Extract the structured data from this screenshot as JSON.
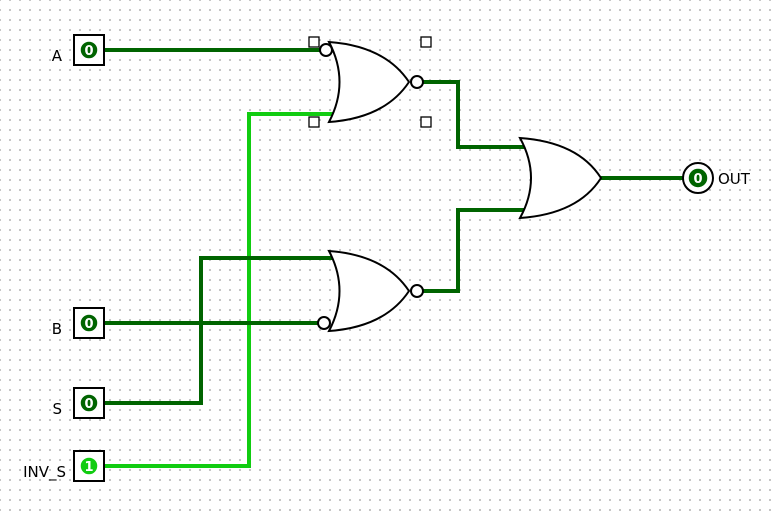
{
  "colors": {
    "wire_low": "#006400",
    "wire_high": "#11cc11",
    "gate_stroke": "#000000",
    "pin_low": "#006400",
    "pin_high": "#11cc11"
  },
  "inputs": [
    {
      "label": "A",
      "value": "0",
      "state": "low"
    },
    {
      "label": "B",
      "value": "0",
      "state": "low"
    },
    {
      "label": "S",
      "value": "0",
      "state": "low"
    },
    {
      "label": "INV_S",
      "value": "1",
      "state": "high"
    }
  ],
  "output": {
    "label": "OUT",
    "value": "0",
    "state": "low"
  },
  "gates": [
    {
      "type": "NOR",
      "inputs": [
        "A",
        "INV_S"
      ],
      "inverted_inputs": [
        "A"
      ]
    },
    {
      "type": "NOR",
      "inputs": [
        "S",
        "B"
      ],
      "inverted_inputs": [
        "B"
      ]
    },
    {
      "type": "OR",
      "inputs": [
        "NOR-1",
        "NOR-2"
      ]
    }
  ]
}
